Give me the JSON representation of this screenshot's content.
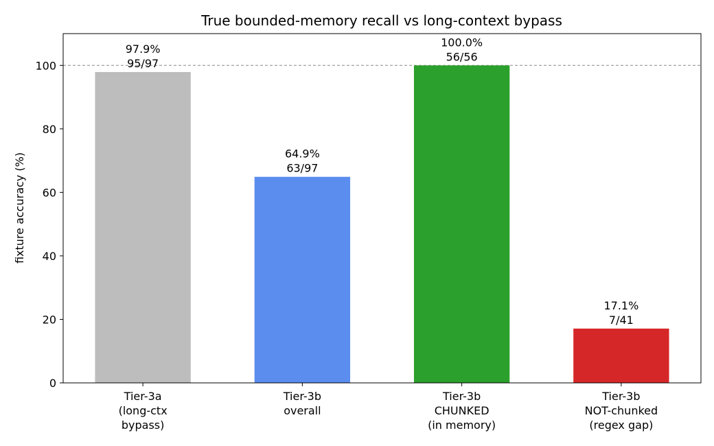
{
  "chart_data": {
    "type": "bar",
    "title": "True bounded-memory recall vs long-context bypass",
    "xlabel": "",
    "ylabel": "fixture accuracy (%)",
    "ylim": [
      0,
      110
    ],
    "yticks": [
      0,
      20,
      40,
      60,
      80,
      100
    ],
    "reference_line": {
      "y": 100,
      "style": "dashed",
      "color": "#888888"
    },
    "grid": false,
    "categories": [
      [
        "Tier-3a",
        "(long-ctx",
        "bypass)"
      ],
      [
        "Tier-3b",
        "overall"
      ],
      [
        "Tier-3b",
        "CHUNKED",
        "(in memory)"
      ],
      [
        "Tier-3b",
        "NOT-chunked",
        "(regex gap)"
      ]
    ],
    "values": [
      97.9,
      64.9,
      100.0,
      17.1
    ],
    "labels": [
      [
        "97.9%",
        "95/97"
      ],
      [
        "64.9%",
        "63/97"
      ],
      [
        "100.0%",
        "56/56"
      ],
      [
        "17.1%",
        "7/41"
      ]
    ],
    "colors": [
      "#bdbdbd",
      "#5b8def",
      "#2ca02c",
      "#d62728"
    ]
  }
}
